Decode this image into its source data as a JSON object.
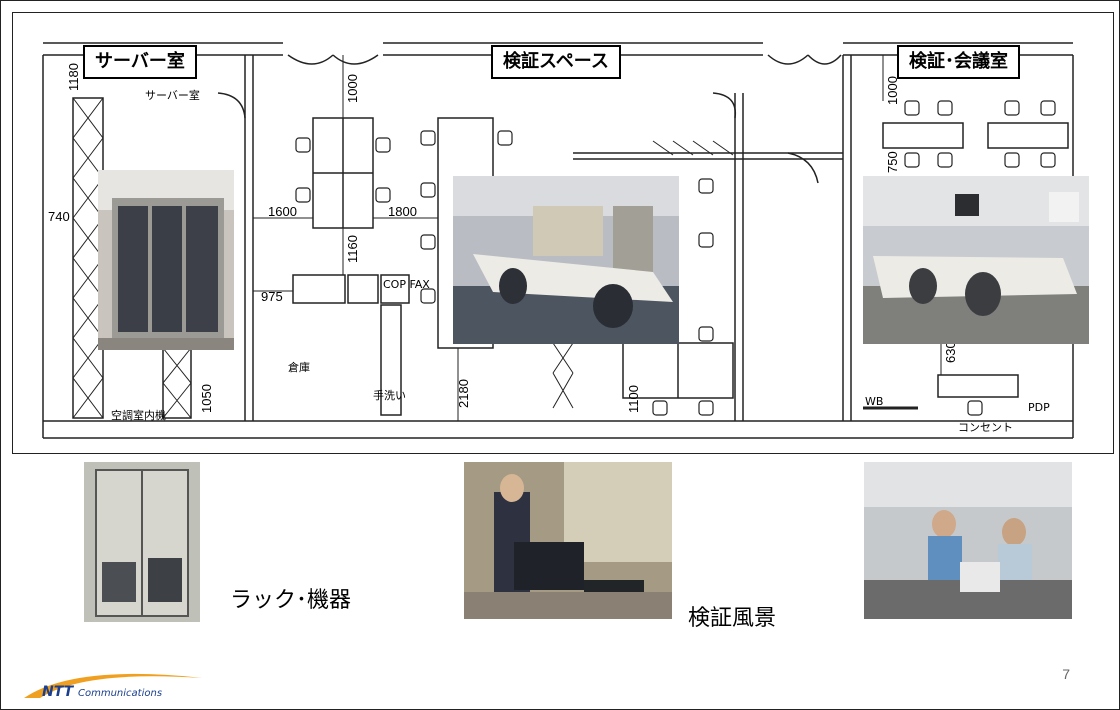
{
  "floor_plan": {
    "rooms": {
      "server_room": "サーバー室",
      "test_space": "検証スペース",
      "test_meeting_room": "検証･会議室"
    },
    "annotations": {
      "server_room_small": "サーバー室",
      "storage": "倉庫",
      "hvac": "空調室内機",
      "sink": "手洗い",
      "copy_fax": "COP\nFAX",
      "pdp": "PDP",
      "wb": "WB",
      "conc": "コンセント"
    },
    "dimensions": {
      "d1180": "1180",
      "d740": "740",
      "d1600": "1600",
      "d1800": "1800",
      "d1000a": "1000",
      "d1160": "1160",
      "d975": "975",
      "d2180": "2180",
      "d1050": "1050",
      "d1100": "1100",
      "d1000b": "1000",
      "d750": "750",
      "d630": "630"
    }
  },
  "captions": {
    "rack": "ラック･機器",
    "testing": "検証風景"
  },
  "footer": {
    "page_number": "7",
    "logo_text": "NTT Communications"
  },
  "colors": {
    "brand_blue": "#1b3f8f",
    "brand_orange": "#f0a020"
  }
}
